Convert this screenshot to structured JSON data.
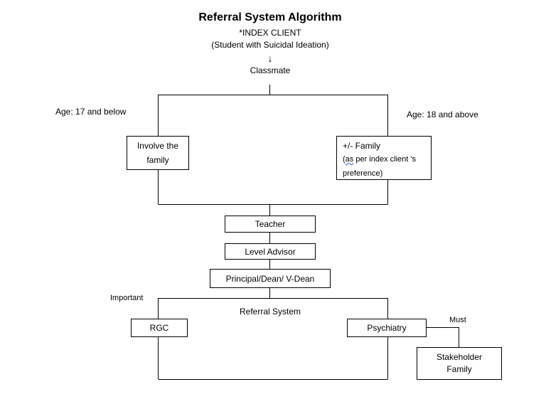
{
  "title": "Referral System Algorithm",
  "index_client": {
    "line1": "*INDEX CLIENT",
    "line2": "(Student with Suicidal Ideation)"
  },
  "arrow_glyph": "↓",
  "classmate": "Classmate",
  "branches": {
    "left_age": "Age: 17 and below",
    "right_age": "Age: 18 and above"
  },
  "involve_family": {
    "line1": "Involve the",
    "line2": "family"
  },
  "plus_minus_family": {
    "line1": "+/- Family",
    "line2_prefix": "as",
    "line2_open": "(",
    "line2_rest": " per index client 's",
    "line3": "preference)"
  },
  "chain": {
    "teacher": "Teacher",
    "level_advisor": "Level Advisor",
    "principal": "Principal/Dean/ V-Dean"
  },
  "referral": {
    "important": "Important",
    "label": "Referral System",
    "rgc": "RGC",
    "psychiatry": "Psychiatry",
    "must": "Must",
    "stakeholder_line1": "Stakeholder",
    "stakeholder_line2": "Family"
  }
}
